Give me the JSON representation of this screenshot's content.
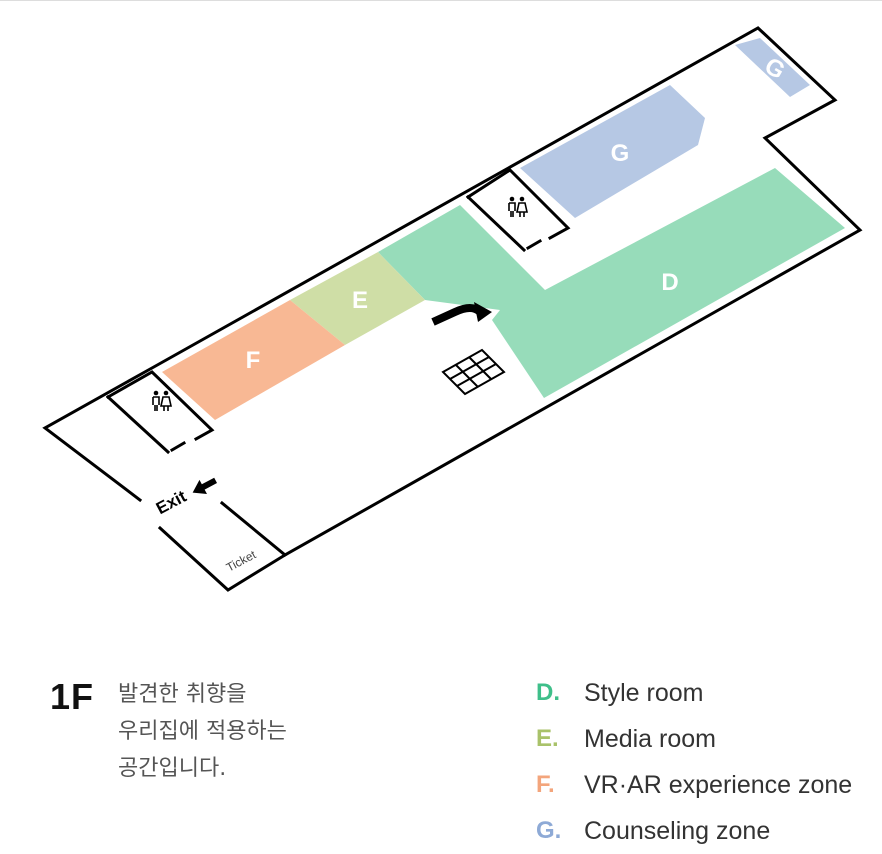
{
  "floor": {
    "title": "1F",
    "description_lines": [
      "발견한 취향을",
      "우리집에 적용하는",
      "공간입니다."
    ]
  },
  "zones": {
    "D": {
      "letter": "D",
      "color": "#97dcba"
    },
    "E": {
      "letter": "E",
      "color": "#cfdea6"
    },
    "F": {
      "letter": "F",
      "color": "#f8b894"
    },
    "G": {
      "letter": "G",
      "color": "#b6c8e4"
    },
    "G2": {
      "letter": "G",
      "color": "#b6c8e4"
    }
  },
  "map_labels": {
    "exit": "Exit",
    "ticket": "Ticket"
  },
  "icons": {
    "restroom": "restroom-icon",
    "exit_arrow": "arrow-left-icon",
    "stairs_turn": "curved-arrow-icon",
    "elevator": "grid-icon"
  },
  "legend": [
    {
      "letter": "D.",
      "name": "Style room",
      "color": "#3fbf8a"
    },
    {
      "letter": "E.",
      "name": "Media room",
      "color": "#a9c26a"
    },
    {
      "letter": "F.",
      "name": "VR·AR experience zone",
      "color": "#f3a57c"
    },
    {
      "letter": "G.",
      "name": "Counseling zone",
      "color": "#8eaad6"
    }
  ]
}
